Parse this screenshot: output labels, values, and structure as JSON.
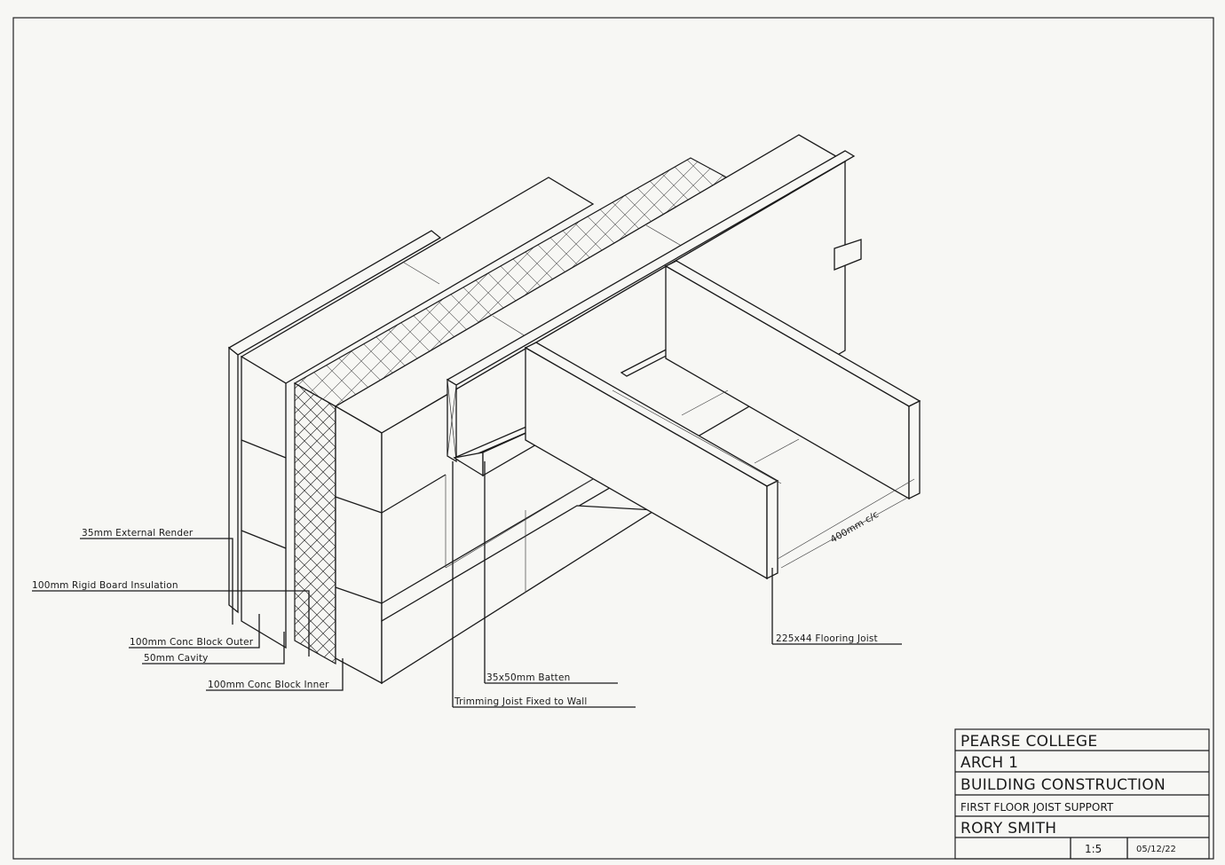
{
  "labels": {
    "external_render": "35mm External Render",
    "rigid_insulation": "100mm Rigid Board Insulation",
    "block_outer": "100mm Conc Block Outer",
    "cavity": "50mm Cavity",
    "block_inner": "100mm Conc Block Inner",
    "batten": "35x50mm Batten",
    "trimming_joist": "Trimming Joist Fixed to Wall",
    "flooring_joist": "225x44 Flooring Joist",
    "spacing": "400mm c/c"
  },
  "title_block": {
    "college": "PEARSE COLLEGE",
    "course": "ARCH 1",
    "subject": "BUILDING CONSTRUCTION",
    "drawing_title": "FIRST FLOOR JOIST SUPPORT",
    "author": "RORY SMITH",
    "scale": "1:5",
    "date": "05/12/22"
  }
}
